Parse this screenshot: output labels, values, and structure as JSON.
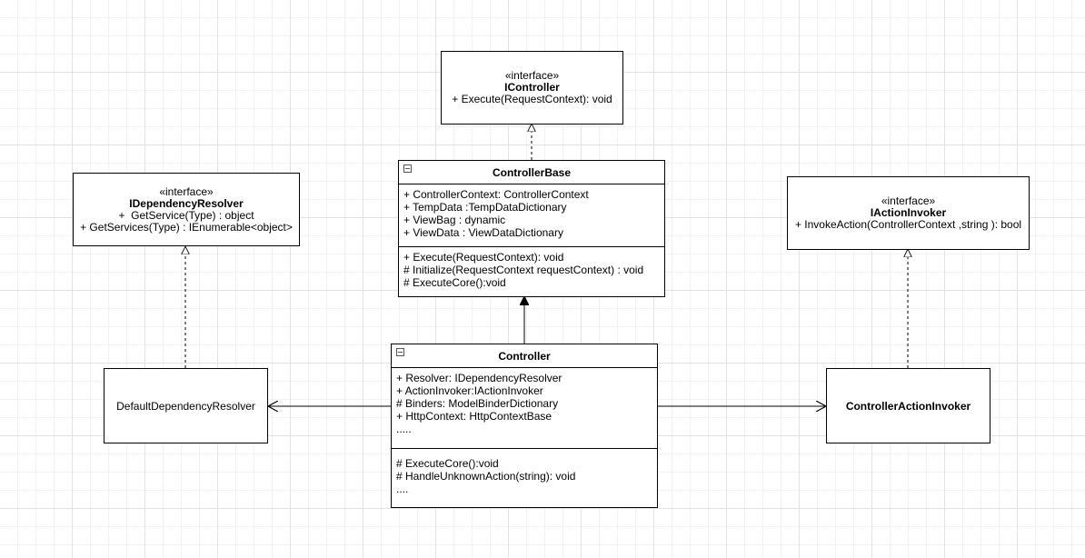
{
  "icontroller": {
    "stereotype": "«interface»",
    "name": "IController",
    "operations": [
      "+ Execute(RequestContext): void"
    ]
  },
  "idependencyresolver": {
    "stereotype": "«interface»",
    "name": "IDependencyResolver",
    "operations": [
      "+  GetService(Type) : object",
      "+ GetServices(Type) : IEnumerable<object>"
    ]
  },
  "iactioninvoker": {
    "stereotype": "«interface»",
    "name": "IActionInvoker",
    "operations": [
      "+ InvokeAction(ControllerContext ,string ): bool"
    ]
  },
  "controllerbase": {
    "name": "ControllerBase",
    "attributes": [
      "+ ControllerContext: ControllerContext",
      "+ TempData :TempDataDictionary",
      "+ ViewBag : dynamic",
      "+ ViewData : ViewDataDictionary"
    ],
    "operations": [
      "+ Execute(RequestContext): void",
      "# Initialize(RequestContext requestContext) : void",
      "# ExecuteCore():void"
    ]
  },
  "controller": {
    "name": "Controller",
    "attributes": [
      "+ Resolver: IDependencyResolver",
      "+ ActionInvoker:IActionInvoker",
      "# Binders: ModelBinderDictionary",
      "+ HttpContext: HttpContextBase",
      "....."
    ],
    "operations": [
      "# ExecuteCore():void",
      "# HandleUnknownAction(string): void",
      "...."
    ]
  },
  "defaultdependencyresolver": {
    "name": "DefaultDependencyResolver"
  },
  "controlleractioninvoker": {
    "name": "ControllerActionInvoker"
  }
}
